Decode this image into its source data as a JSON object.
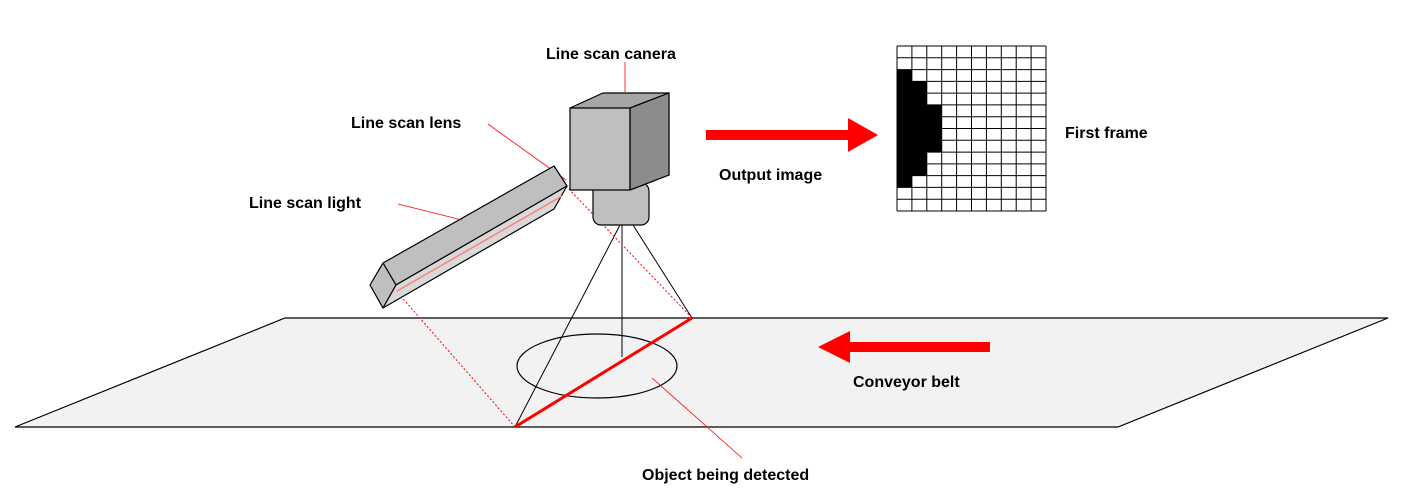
{
  "labels": {
    "camera": "Line scan canera",
    "lens": "Line scan lens",
    "light": "Line scan light",
    "output": "Output image",
    "first_frame": "First frame",
    "conveyor": "Conveyor belt",
    "object": "Object being detected"
  },
  "colors": {
    "arrow": "#ff0000",
    "belt_fill": "#f2f2f2",
    "camera_front": "#bfbfbf",
    "camera_top": "#a6a6a6",
    "camera_side": "#8c8c8c",
    "light_body": "#bfbfbf",
    "scan_line": "#ff0000"
  },
  "frame_grid": {
    "rows": 14,
    "cols": 10,
    "filled_cells_per_row": [
      0,
      0,
      1,
      2,
      2,
      3,
      3,
      3,
      3,
      2,
      2,
      1,
      0,
      0
    ]
  }
}
